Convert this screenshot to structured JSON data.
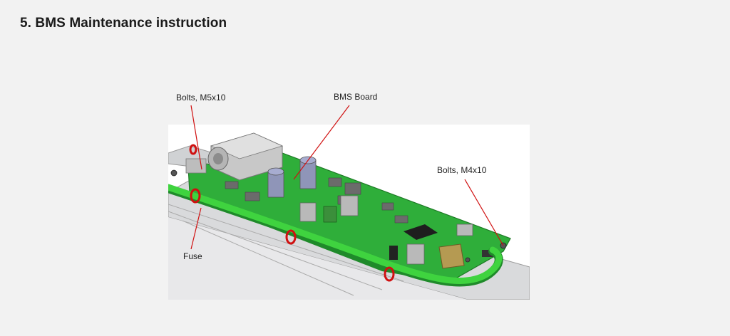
{
  "page": {
    "title": "5. BMS Maintenance instruction"
  },
  "figure": {
    "callouts": {
      "bolts_m5": "Bolts, M5x10",
      "bms_board": "BMS Board",
      "bolts_m4": "Bolts, M4x10",
      "fuse": "Fuse"
    }
  },
  "colors": {
    "leader_line": "#d01010",
    "pcb_green": "#2fae3a",
    "cable_green": "#3fd33f",
    "background": "#f2f2f2"
  }
}
